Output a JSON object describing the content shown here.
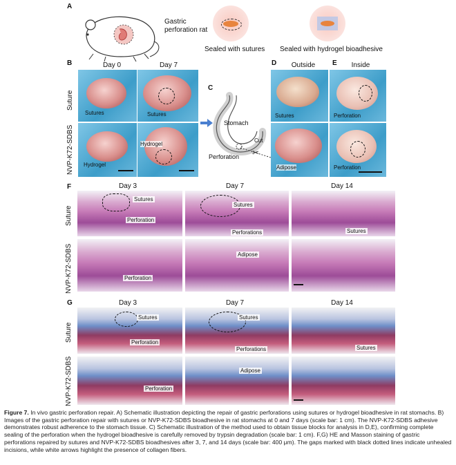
{
  "panel_a": {
    "letter": "A",
    "rat_label": "Gastric perforation rat",
    "sutures_label": "Sealed with sutures",
    "hydrogel_label": "Sealed with hydrogel bioadhesive"
  },
  "panel_b": {
    "letter": "B",
    "day0": "Day 0",
    "day7": "Day 7",
    "row_suture": "Suture",
    "row_hydrogel": "NVP-K72-SDBS",
    "tags": [
      "Sutures",
      "Sutures",
      "Hydrogel",
      "Hydrogel"
    ]
  },
  "panel_c": {
    "letter": "C",
    "stomach": "Stomach",
    "perforation": "Perforation",
    "cut": "Cut"
  },
  "panel_d": {
    "letter": "D",
    "title": "Outside",
    "tags": [
      "Sutures",
      "Adipose"
    ]
  },
  "panel_e": {
    "letter": "E",
    "title": "Inside",
    "tags": [
      "Perforation",
      "Perforation"
    ]
  },
  "panel_f": {
    "letter": "F",
    "days": [
      "Day 3",
      "Day 7",
      "Day 14"
    ],
    "row_suture": "Suture",
    "row_hydrogel": "NVP-K72-SDBS",
    "tags": {
      "s_d3_a": "Sutures",
      "s_d3_b": "Perforation",
      "s_d7_a": "Sutures",
      "s_d7_b": "Perforations",
      "s_d14": "Sutures",
      "h_d3": "Perforation",
      "h_d7": "Adipose"
    }
  },
  "panel_g": {
    "letter": "G",
    "days": [
      "Day 3",
      "Day 7",
      "Day 14"
    ],
    "row_suture": "Suture",
    "row_hydrogel": "NVP-K72-SDBS",
    "tags": {
      "s_d3_a": "Sutures",
      "s_d3_b": "Perforation",
      "s_d7_a": "Sutures",
      "s_d7_b": "Perforations",
      "s_d14": "Sutures",
      "h_d3": "Perforation",
      "h_d7": "Adipose"
    }
  },
  "caption": {
    "label": "Figure 7.",
    "text": "In vivo gastric perforation repair. A) Schematic illustration depicting the repair of gastric perforations using sutures or hydrogel bioadhesive in rat stomachs. B) Images of the gastric perforation repair with sutures or NVP-K72-SDBS bioadhesive in rat stomachs at 0 and 7 days (scale bar: 1 cm). The NVP-K72-SDBS adhesive demonstrates robust adherence to the stomach tissue. C) Schematic illustration of the method used to obtain tissue blocks for analysis in D,E), confirming complete sealing of the perforation when the hydrogel bioadhesive is carefully removed by trypsin degradation (scale bar: 1 cm). F,G) HE and Masson staining of gastric perforations repaired by sutures and NVP-K72-SDBS bioadhesives after 3, 7, and 14 days (scale bar: 400 μm). The gaps marked with black dotted lines indicate unhealed incisions, while white arrows highlight the presence of collagen fibers."
  }
}
